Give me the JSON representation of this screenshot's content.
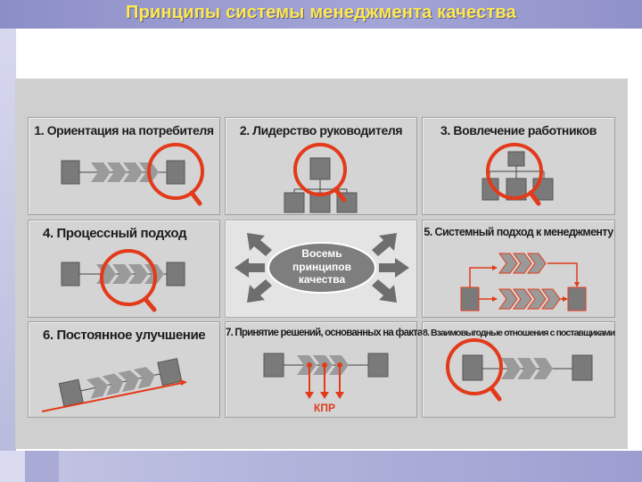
{
  "slide": {
    "title": "Принципы системы менеджмента качества"
  },
  "center": {
    "line1": "Восемь",
    "line2": "принципов",
    "line3": "качества"
  },
  "principles": [
    {
      "label": "1. Ориентация на потребителя"
    },
    {
      "label": "2. Лидерство руководителя"
    },
    {
      "label": "3. Вовлечение работников"
    },
    {
      "label": "4. Процессный подход"
    },
    {
      "label": "5. Системный подход к менеджменту"
    },
    {
      "label": "6. Постоянное улучшение"
    },
    {
      "label": "7. Принятие решений, основанных на фактах"
    },
    {
      "label": "8. Взаимовыгодные отношения с поставщиками"
    }
  ],
  "decision_label": "КПР",
  "colors": {
    "accent": "#e23a1a",
    "title": "#ffe94d",
    "box": "#7a7a7a",
    "chevron": "#9a9a9a"
  }
}
